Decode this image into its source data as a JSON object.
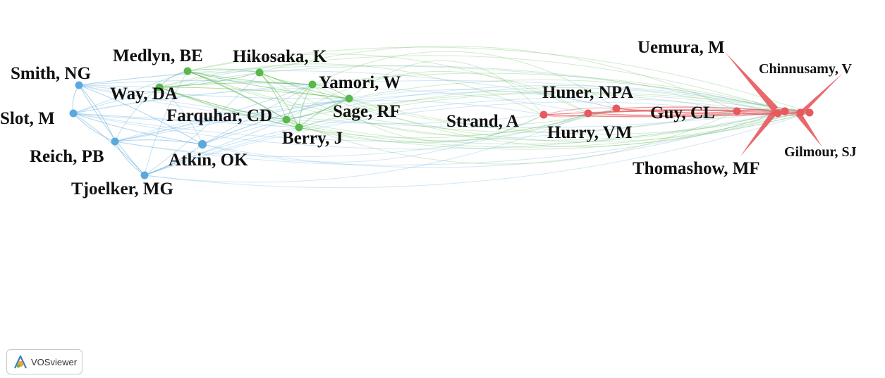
{
  "app": {
    "badge_text": "VOSviewer"
  },
  "colors": {
    "blue": "#5aa9dc",
    "green": "#59b84a",
    "red": "#e8585c"
  },
  "nodes": [
    {
      "id": "smith",
      "label": "Smith, NG",
      "cluster": "blue",
      "size": 1.0
    },
    {
      "id": "slot",
      "label": "Slot, M",
      "cluster": "blue",
      "size": 1.0
    },
    {
      "id": "reich",
      "label": "Reich, PB",
      "cluster": "blue",
      "size": 1.0
    },
    {
      "id": "tjoelker",
      "label": "Tjoelker, MG",
      "cluster": "blue",
      "size": 1.0
    },
    {
      "id": "atkin",
      "label": "Atkin, OK",
      "cluster": "blue",
      "size": 1.1
    },
    {
      "id": "medlyn",
      "label": "Medlyn, BE",
      "cluster": "green",
      "size": 1.0
    },
    {
      "id": "way",
      "label": "Way, DA",
      "cluster": "green",
      "size": 1.0
    },
    {
      "id": "hikosaka",
      "label": "Hikosaka, K",
      "cluster": "green",
      "size": 1.0
    },
    {
      "id": "yamori",
      "label": "Yamori, W",
      "cluster": "green",
      "size": 1.0
    },
    {
      "id": "farquhar",
      "label": "Farquhar, CD",
      "cluster": "green",
      "size": 1.0
    },
    {
      "id": "sage",
      "label": "Sage, RF",
      "cluster": "green",
      "size": 1.0
    },
    {
      "id": "berry",
      "label": "Berry, J",
      "cluster": "green",
      "size": 1.0
    },
    {
      "id": "strand",
      "label": "Strand, A",
      "cluster": "red",
      "size": 1.0
    },
    {
      "id": "hurry",
      "label": "Hurry, VM",
      "cluster": "red",
      "size": 1.0
    },
    {
      "id": "huner",
      "label": "Huner, NPA",
      "cluster": "red",
      "size": 1.0
    },
    {
      "id": "guy",
      "label": "Guy, CL",
      "cluster": "red",
      "size": 1.0
    },
    {
      "id": "uemura",
      "label": "Uemura, M",
      "cluster": "red",
      "size": 1.0
    },
    {
      "id": "chinnusamy",
      "label": "Chinnusamy, V",
      "cluster": "red",
      "size": 1.0
    },
    {
      "id": "gilmour",
      "label": "Gilmour, SJ",
      "cluster": "red",
      "size": 1.0
    },
    {
      "id": "thomashow",
      "label": "Thomashow, MF",
      "cluster": "red",
      "size": 1.0
    }
  ]
}
